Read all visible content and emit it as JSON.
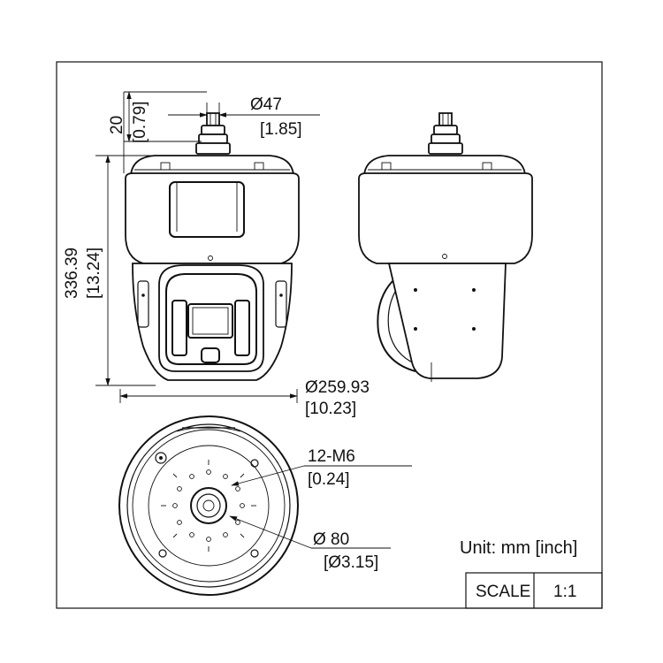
{
  "dimensions": {
    "cable_height": {
      "mm": "20",
      "inch": "[0.79]"
    },
    "cable_diameter": {
      "mm": "Ø47",
      "inch": "[1.85]"
    },
    "total_height": {
      "mm": "336.39",
      "inch": "[13.24]"
    },
    "body_diameter": {
      "mm": "Ø259.93",
      "inch": "[10.23]"
    },
    "mount_screws": {
      "spec": "12-M6",
      "inch": "[0.24]"
    },
    "mount_circle": {
      "mm": "Ø 80",
      "inch": "[Ø3.15]"
    }
  },
  "unit_note": "Unit: mm [inch]",
  "scale_box": {
    "label": "SCALE",
    "value": "1:1"
  },
  "colors": {
    "line": "#111111",
    "background": "#ffffff"
  }
}
